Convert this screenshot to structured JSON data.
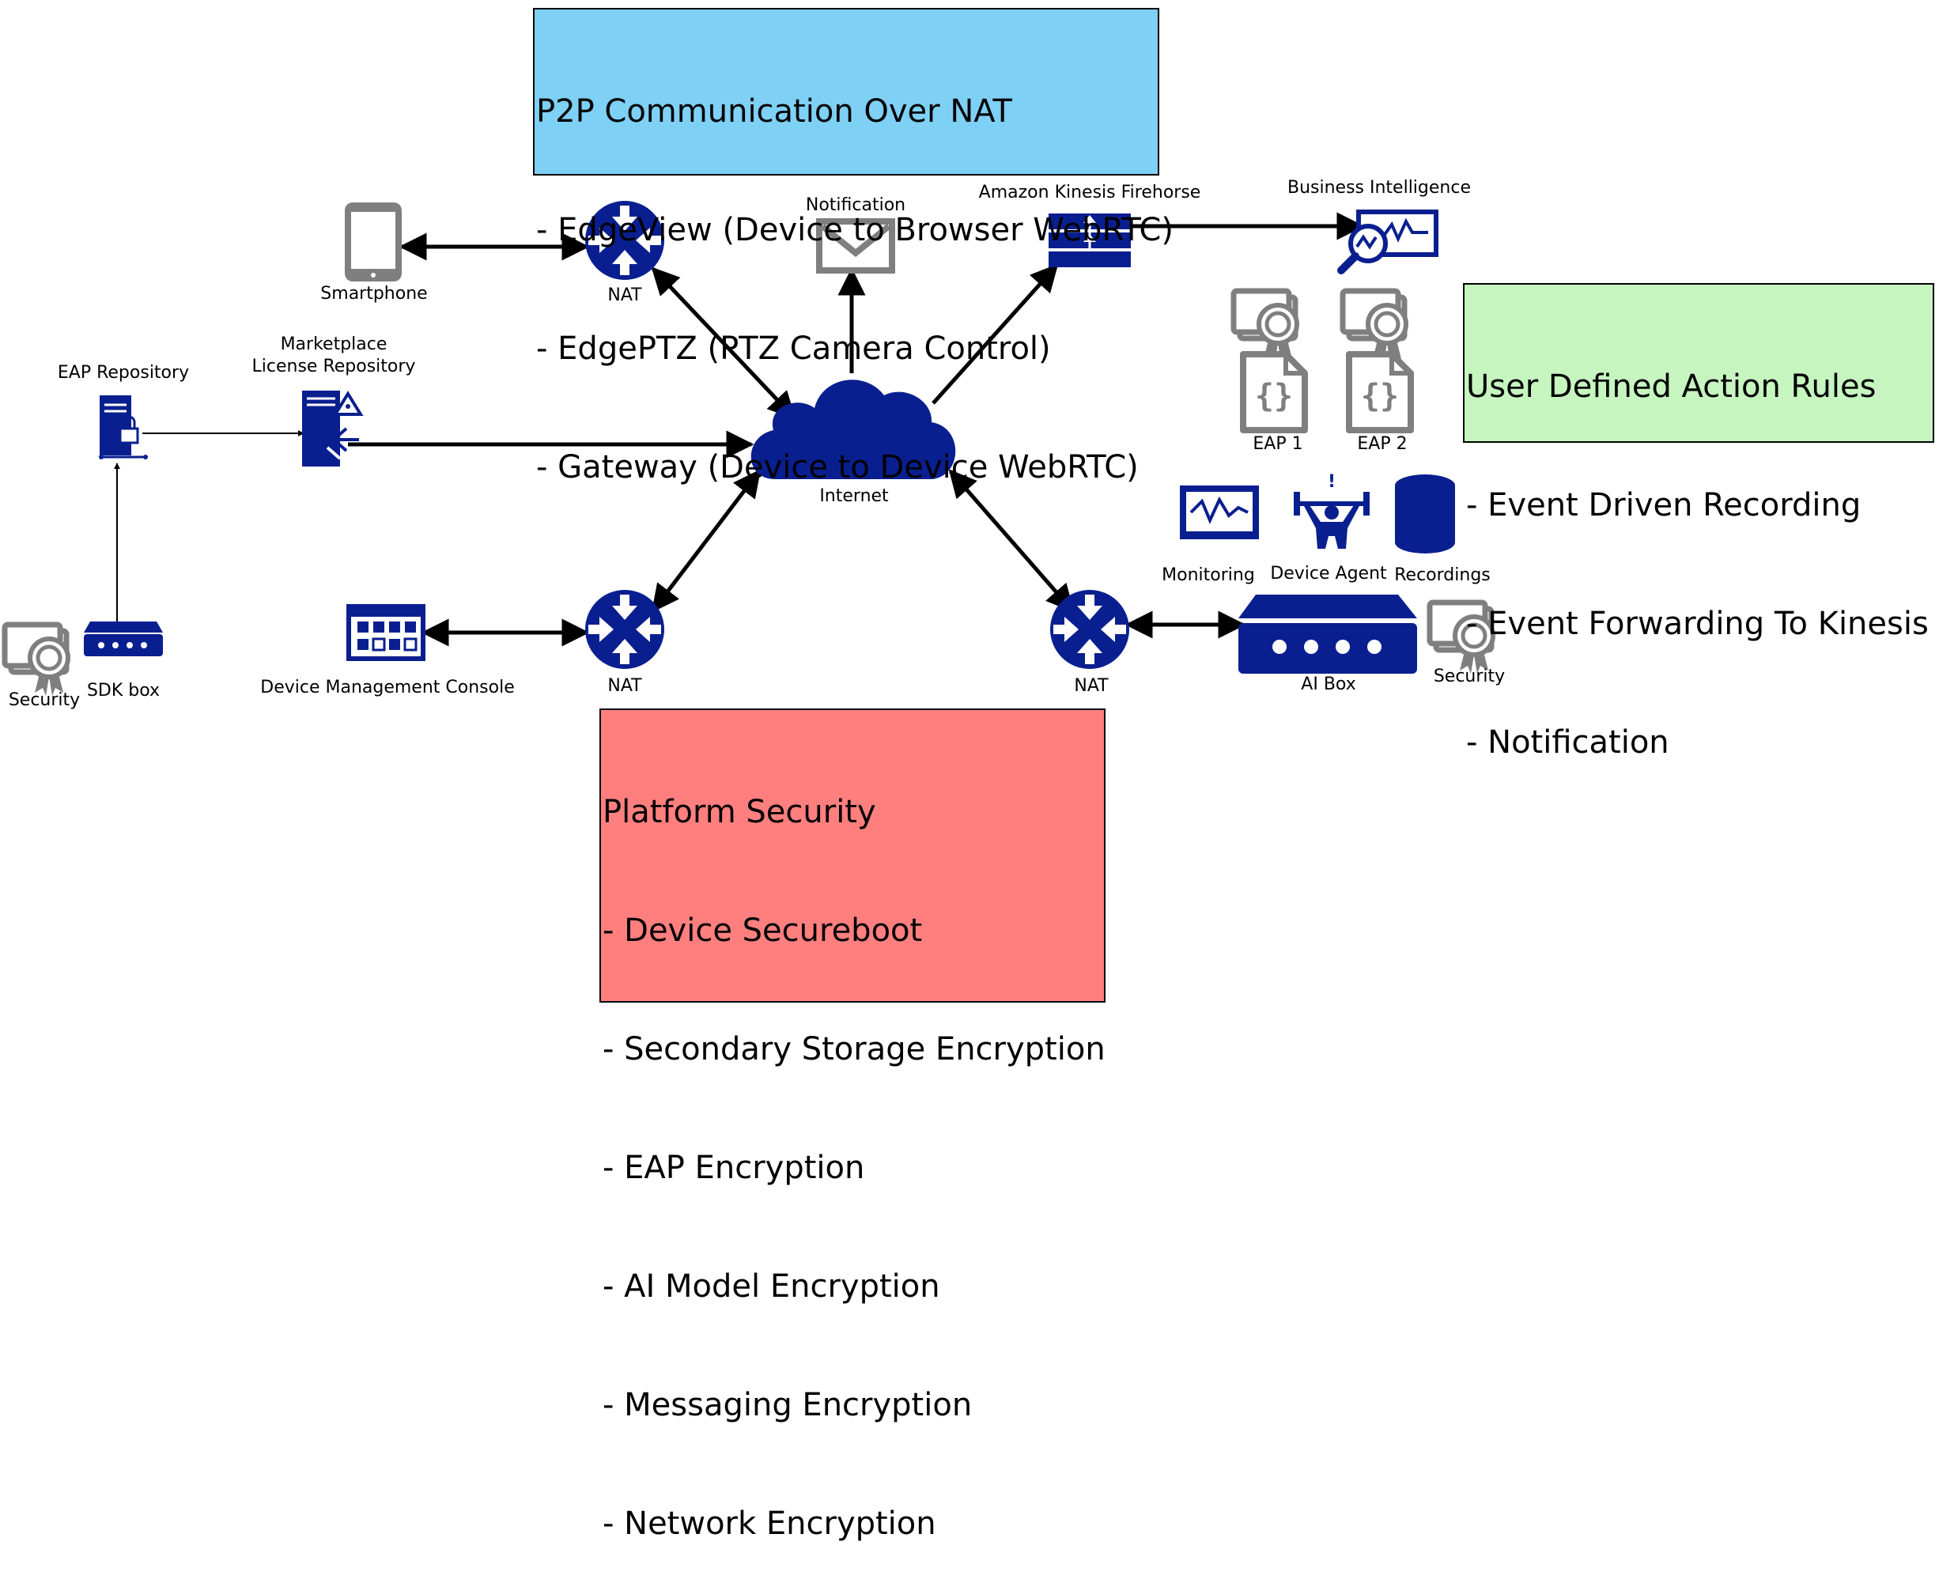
{
  "colors": {
    "navy": "#0a1f8f",
    "gray": "#7f7f7f",
    "p2p_box": "#7fd0f5",
    "rules_box": "#c6f5c0",
    "security_box": "#ff7f7f"
  },
  "labels": {
    "smartphone": "Smartphone",
    "nat_top": "NAT",
    "notification": "Notification",
    "kinesis": "Amazon Kinesis Firehorse",
    "business_intelligence": "Business Intelligence",
    "eap_repository": "EAP Repository",
    "marketplace_line1": "Marketplace",
    "marketplace_line2": "License Repository",
    "internet": "Internet",
    "eap1": "EAP 1",
    "eap2": "EAP 2",
    "monitoring": "Monitoring",
    "device_agent": "Device Agent",
    "recordings": "Recordings",
    "security_left": "Security",
    "sdk_box": "SDK box",
    "device_management_console": "Device Management Console",
    "nat_bottom": "NAT",
    "nat_right": "NAT",
    "ai_box": "AI Box",
    "security_right": "Security"
  },
  "icons": {
    "smartphone": "smartphone-icon",
    "nat": "router-icon",
    "notification": "envelope-icon",
    "kinesis": "firehose-icon",
    "business_intelligence": "analytics-icon",
    "eap_repository": "secure-server-icon",
    "marketplace": "license-repository-icon",
    "internet": "cloud-icon",
    "certificate": "certificate-icon",
    "eap_package": "code-file-icon",
    "monitoring": "monitor-icon",
    "device_agent": "weightlifter-icon",
    "recordings": "database-icon",
    "sdk_box": "hardware-box-icon",
    "device_management_console": "console-grid-icon",
    "ai_box": "hardware-box-icon"
  },
  "p2p_box": {
    "title": "P2P Communication Over NAT",
    "items": [
      "- EdgeView (Device to Browser WebRTC)",
      "- EdgePTZ (PTZ Camera Control)",
      "- Gateway (Device to Device WebRTC)"
    ]
  },
  "rules_box": {
    "title": "User Defined Action Rules",
    "items": [
      "- Event Driven Recording",
      "- Event Forwarding To Kinesis",
      "- Notification"
    ]
  },
  "security_box": {
    "title": "Platform Security",
    "items": [
      "- Device Secureboot",
      "- Secondary Storage Encryption",
      "- EAP Encryption",
      "- AI Model Encryption",
      "- Messaging Encryption",
      "- Network Encryption"
    ]
  }
}
